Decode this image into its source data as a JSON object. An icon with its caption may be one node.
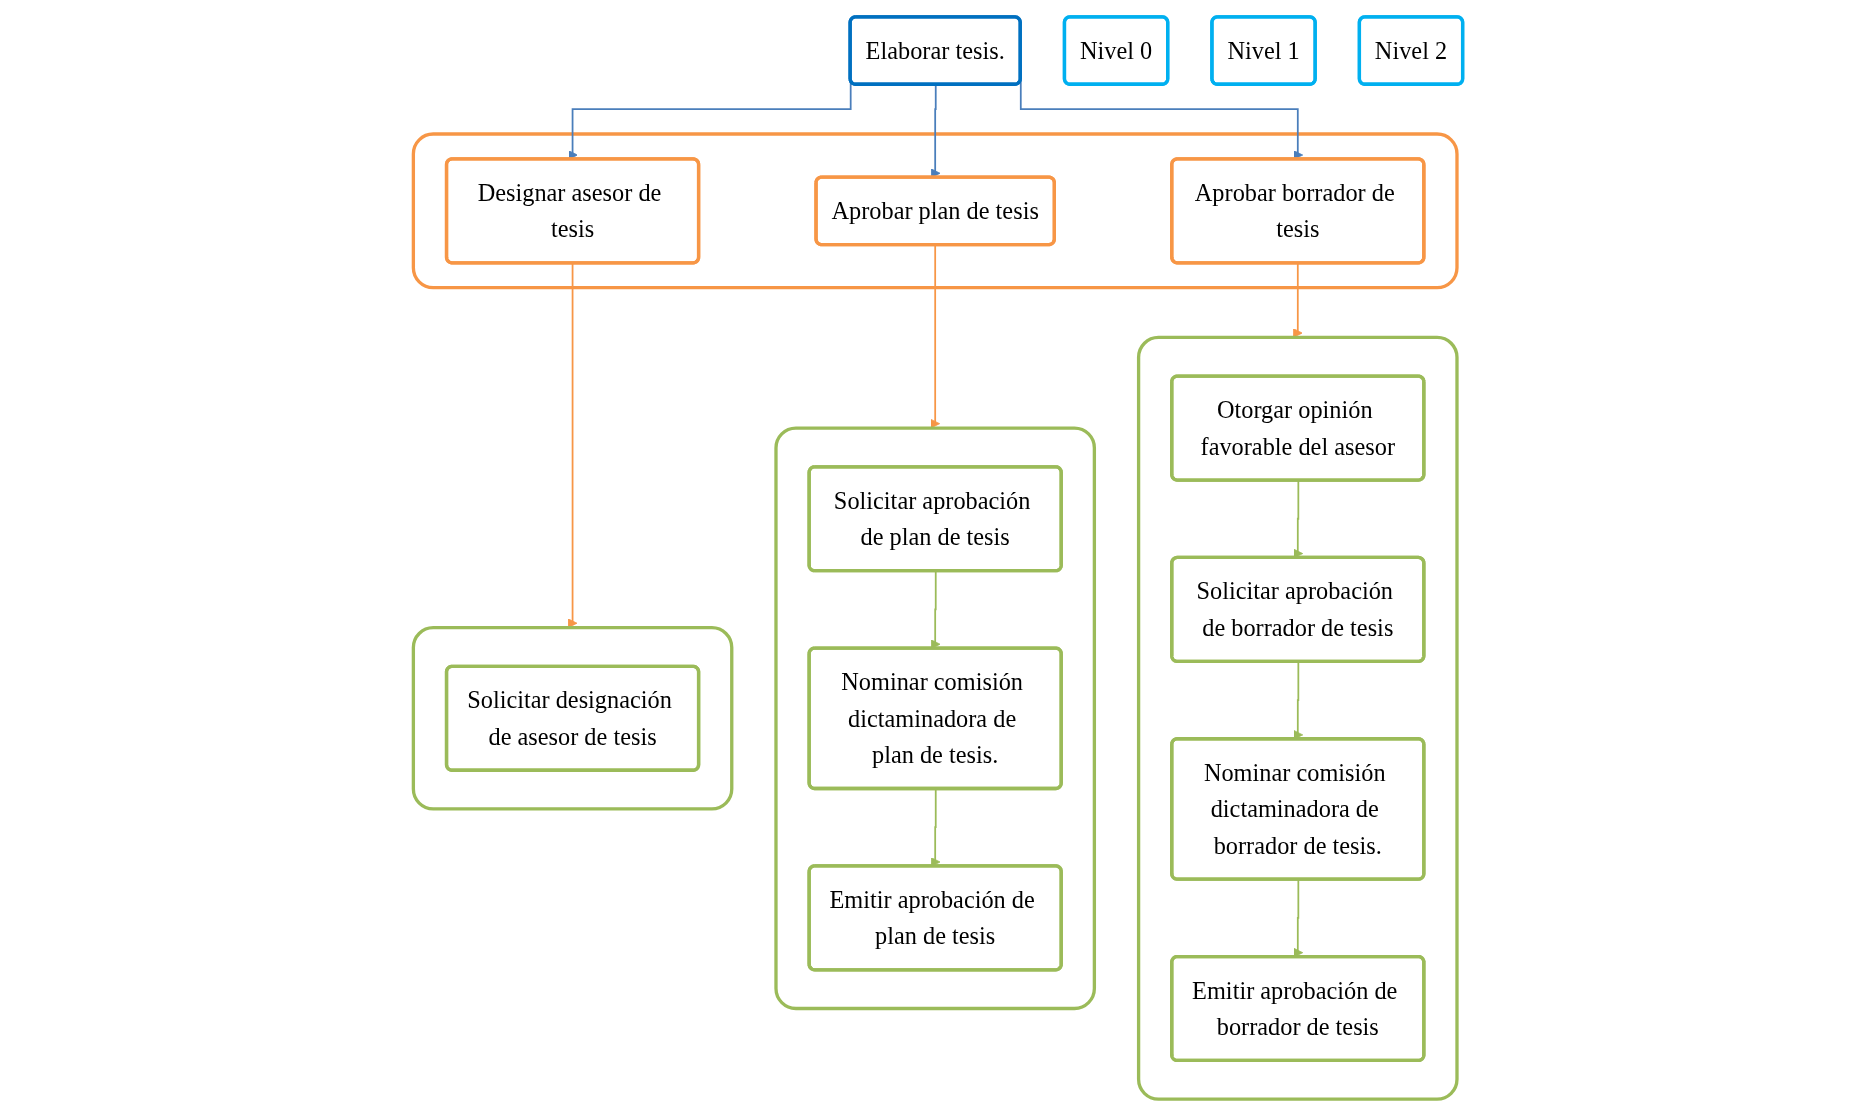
{
  "diagram": {
    "nodes": [
      {
        "text": [
          "Elaborar tesis."
        ]
      },
      {
        "text": [],
        "shape": "box"
      },
      {
        "text": [
          "Designar asesor de tesis"
        ],
        "in": 1
      },
      {
        "text": [
          "Aprobar plan de tesis"
        ],
        "in": 1
      },
      {
        "text": [
          "Aprobar borrador de tesis"
        ],
        "in": 1
      },
      {
        "text": [],
        "shape": "box"
      },
      {
        "text": [
          "Solicitar designación de asesor de tesis"
        ],
        "in": 5
      },
      {
        "text": [],
        "shape": "box"
      },
      {
        "text": [
          "Solicitar aprobación de plan de tesis"
        ],
        "in": 7
      },
      {
        "text": [
          "Nominar comisión dictaminadora de plan de tesis."
        ],
        "in": 7
      },
      {
        "text": [
          "Emitir aprobación de plan de tesis"
        ],
        "in": 7
      },
      {
        "text": [],
        "shape": "box"
      },
      {
        "text": [
          "Otorgar opinión favorable del asesor"
        ],
        "in": 11
      },
      {
        "text": [
          "Solicitar aprobación de borrador de tesis"
        ],
        "in": 11
      },
      {
        "text": [
          "Nominar comisión dictaminadora de borrador de tesis."
        ],
        "in": 11
      },
      {
        "text": [
          "Emitir aprobación de borrador de tesis"
        ],
        "in": 11
      },
      {
        "text": [
          "Nivel 0"
        ]
      },
      {
        "text": [
          "Nivel 1"
        ]
      },
      {
        "text": [
          "Nivel 2"
        ]
      }
    ],
    "edges": [
      {
        "from": 0,
        "to": 2,
        "arrow": "to",
        "color": "#4a7ebb"
      },
      {
        "from": 0,
        "to": 3,
        "arrow": "to",
        "color": "#4a7ebb"
      },
      {
        "from": 0,
        "to": 4,
        "arrow": "to",
        "color": "#4a7ebb"
      },
      {
        "from": 2,
        "to": 5,
        "arrow": "to",
        "color": "#f79646"
      },
      {
        "from": 3,
        "to": 7,
        "arrow": "to",
        "color": "#f79646"
      },
      {
        "from": 4,
        "to": 11,
        "arrow": "to",
        "color": "#f79646"
      },
      {
        "from": 8,
        "to": 9,
        "arrow": "to"
      },
      {
        "from": 9,
        "to": 10,
        "arrow": "to"
      },
      {
        "from": 12,
        "to": 13,
        "arrow": "to"
      },
      {
        "from": 13,
        "to": 14,
        "arrow": "to"
      },
      {
        "from": 14,
        "to": 15,
        "arrow": "to"
      }
    ]
  }
}
